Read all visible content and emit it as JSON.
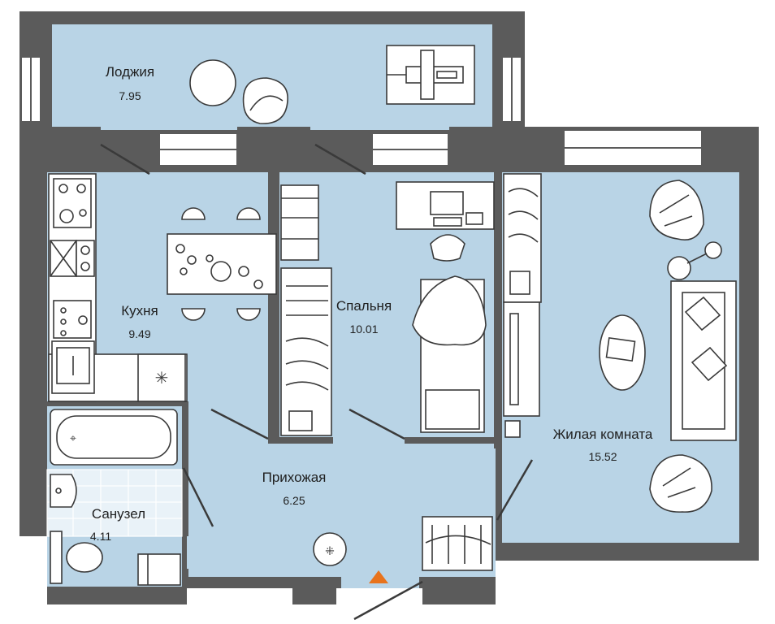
{
  "plan": {
    "colors": {
      "wall": "#5b5b5b",
      "room": "#b9d4e6",
      "furniture": "#ffffff",
      "entrance_marker": "#e8731c"
    },
    "rooms": [
      {
        "id": "loggia",
        "label": "Лоджия",
        "area": "7.95"
      },
      {
        "id": "kitchen",
        "label": "Кухня",
        "area": "9.49"
      },
      {
        "id": "bedroom",
        "label": "Спальня",
        "area": "10.01"
      },
      {
        "id": "living",
        "label": "Жилая комната",
        "area": "15.52"
      },
      {
        "id": "hallway",
        "label": "Прихожая",
        "area": "6.25"
      },
      {
        "id": "bathroom",
        "label": "Санузел",
        "area": "4.11"
      }
    ],
    "entrance_icon": "entrance-triangle-icon"
  }
}
